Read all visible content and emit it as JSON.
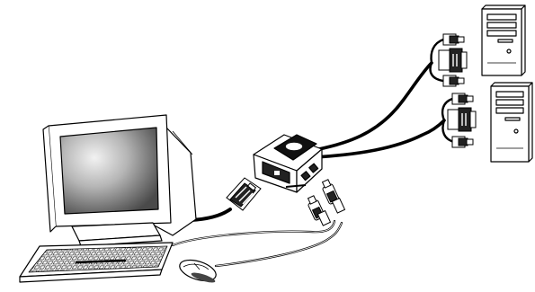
{
  "diagram": {
    "components": [
      {
        "id": "monitor",
        "icon": "crt-monitor-icon"
      },
      {
        "id": "keyboard",
        "icon": "keyboard-icon"
      },
      {
        "id": "mouse",
        "icon": "mouse-icon"
      },
      {
        "id": "kvm-switch",
        "icon": "kvm-switch-icon"
      },
      {
        "id": "computer-1",
        "icon": "tower-pc-icon"
      },
      {
        "id": "computer-2",
        "icon": "tower-pc-icon"
      },
      {
        "id": "vga-connector",
        "icon": "vga-plug-icon"
      },
      {
        "id": "ps2-connector",
        "icon": "ps2-plug-icon"
      }
    ],
    "connections": [
      {
        "from": "monitor",
        "to": "kvm-switch",
        "type": "vga"
      },
      {
        "from": "keyboard",
        "to": "kvm-switch",
        "type": "ps2"
      },
      {
        "from": "mouse",
        "to": "kvm-switch",
        "type": "ps2"
      },
      {
        "from": "kvm-switch",
        "to": "computer-1",
        "type": "combo-cable"
      },
      {
        "from": "kvm-switch",
        "to": "computer-2",
        "type": "combo-cable"
      }
    ],
    "colors": {
      "line": "#000000",
      "fill": "#ffffff",
      "screen_dark": "#5a5a5a",
      "screen_light": "#e8e8e8",
      "plug_dark": "#1a1a1a"
    }
  }
}
